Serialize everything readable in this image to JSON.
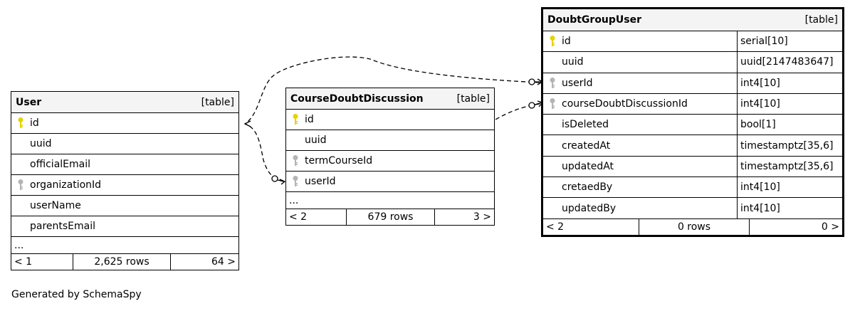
{
  "tables": {
    "user": {
      "name": "User",
      "kind": "[table]",
      "columns": [
        {
          "name": "id",
          "key": "primary"
        },
        {
          "name": "uuid",
          "key": "none"
        },
        {
          "name": "officialEmail",
          "key": "none"
        },
        {
          "name": "organizationId",
          "key": "foreign"
        },
        {
          "name": "userName",
          "key": "none"
        },
        {
          "name": "parentsEmail",
          "key": "none"
        }
      ],
      "ellipsis": "...",
      "footer": {
        "prev": "< 1",
        "rows": "2,625 rows",
        "next": "64 >"
      }
    },
    "course_doubt_discussion": {
      "name": "CourseDoubtDiscussion",
      "kind": "[table]",
      "columns": [
        {
          "name": "id",
          "key": "primary"
        },
        {
          "name": "uuid",
          "key": "none"
        },
        {
          "name": "termCourseId",
          "key": "foreign"
        },
        {
          "name": "userId",
          "key": "foreign"
        }
      ],
      "ellipsis": "...",
      "footer": {
        "prev": "< 2",
        "rows": "679 rows",
        "next": "3 >"
      }
    },
    "doubt_group_user": {
      "name": "DoubtGroupUser",
      "kind": "[table]",
      "columns": [
        {
          "name": "id",
          "type": "serial[10]",
          "key": "primary"
        },
        {
          "name": "uuid",
          "type": "uuid[2147483647]",
          "key": "none"
        },
        {
          "name": "userId",
          "type": "int4[10]",
          "key": "foreign"
        },
        {
          "name": "courseDoubtDiscussionId",
          "type": "int4[10]",
          "key": "foreign"
        },
        {
          "name": "isDeleted",
          "type": "bool[1]",
          "key": "none"
        },
        {
          "name": "createdAt",
          "type": "timestamptz[35,6]",
          "key": "none"
        },
        {
          "name": "updatedAt",
          "type": "timestamptz[35,6]",
          "key": "none"
        },
        {
          "name": "cretaedBy",
          "type": "int4[10]",
          "key": "none"
        },
        {
          "name": "updatedBy",
          "type": "int4[10]",
          "key": "none"
        }
      ],
      "footer": {
        "prev": "< 2",
        "rows": "0 rows",
        "next": "0 >"
      }
    }
  },
  "colors": {
    "primary_key": "#e6d200",
    "foreign_key": "#b4b4b4",
    "header_bg": "#f4f4f4"
  },
  "generated_by": "Generated by SchemaSpy"
}
